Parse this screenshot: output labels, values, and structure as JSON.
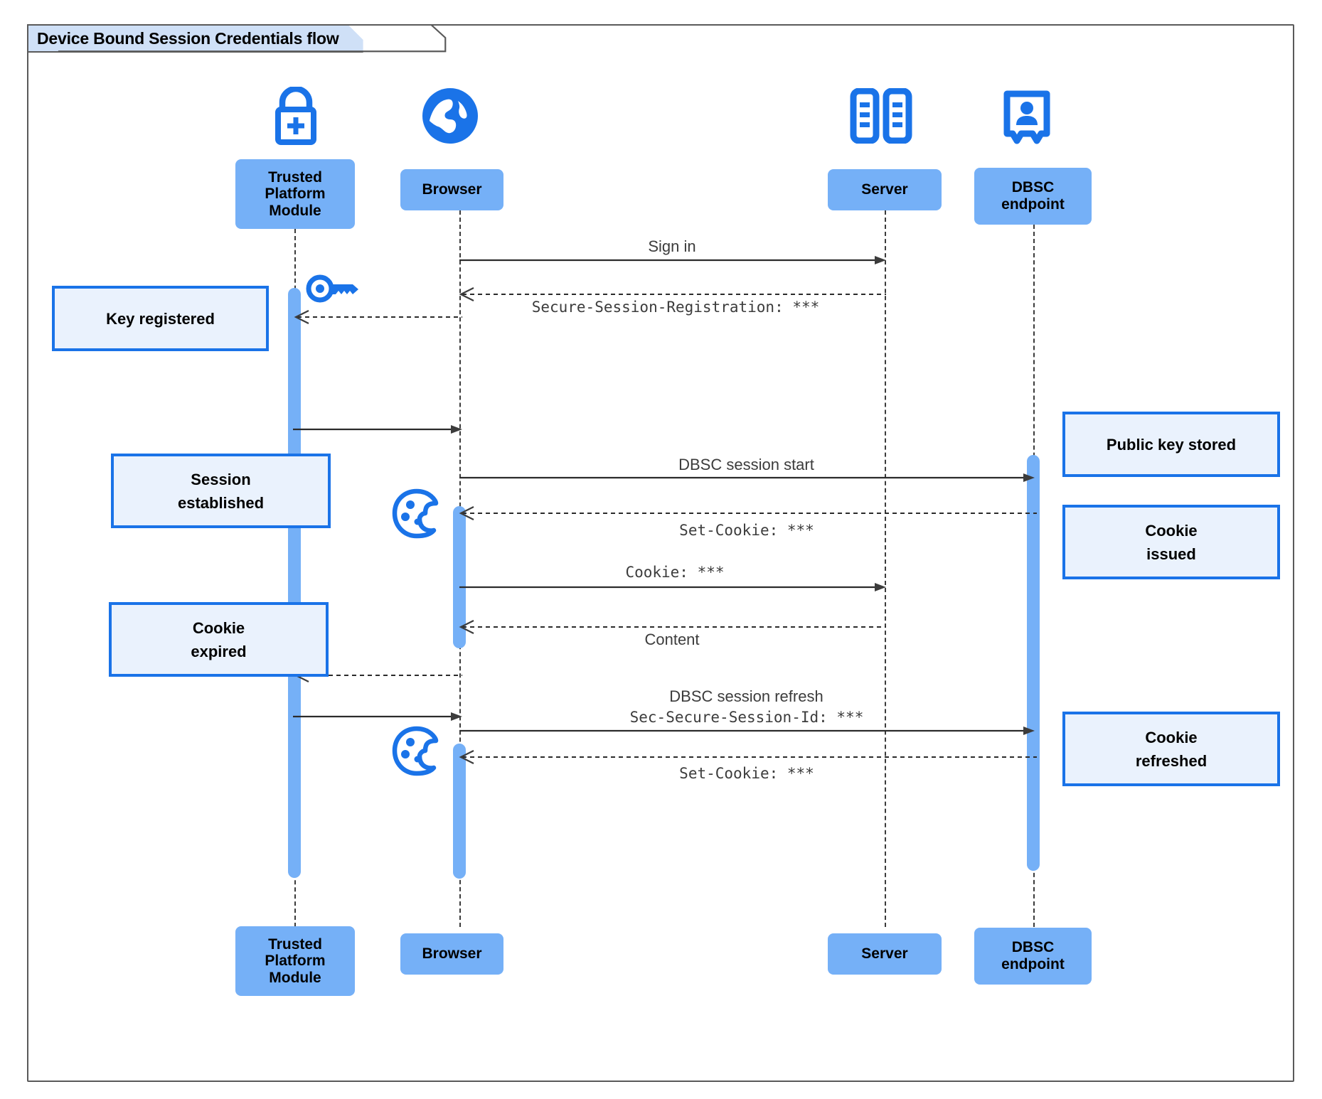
{
  "diagram": {
    "title": "Device Bound Session Credentials flow",
    "type": "uml-sequence-diagram",
    "colors": {
      "lifeline_box": "#75b0f7",
      "activation": "#75b0f7",
      "note_fill": "#eaf2fd",
      "note_border": "#1a73e8",
      "icon_blue": "#1a73e8",
      "frame_border": "#5a5a5a",
      "frame_tab_fill": "#cfe0f7",
      "line": "#2b2b2b"
    }
  },
  "participants": [
    {
      "id": "tpm",
      "label": "Trusted\nPlatform\nModule",
      "icon": "lock-plus-icon"
    },
    {
      "id": "browser",
      "label": "Browser",
      "icon": "globe-icon"
    },
    {
      "id": "server",
      "label": "Server",
      "icon": "server-racks-icon"
    },
    {
      "id": "dbsc",
      "label": "DBSC\nendpoint",
      "icon": "id-badge-icon"
    }
  ],
  "messages": [
    {
      "id": "m1",
      "from": "browser",
      "to": "server",
      "label": "Sign in",
      "style": "solid",
      "mono": false
    },
    {
      "id": "m2",
      "from": "server",
      "to": "browser",
      "label": "Secure-Session-Registration: ***",
      "style": "dashed",
      "mono": true
    },
    {
      "id": "m3",
      "from": "browser",
      "to": "tpm",
      "label": "",
      "style": "dashed",
      "mono": false
    },
    {
      "id": "m4",
      "from": "tpm",
      "to": "browser",
      "label": "",
      "style": "solid",
      "mono": false
    },
    {
      "id": "m5",
      "from": "browser",
      "to": "dbsc",
      "label": "DBSC session start",
      "style": "solid",
      "mono": false
    },
    {
      "id": "m6",
      "from": "dbsc",
      "to": "browser",
      "label": "Set-Cookie: ***",
      "style": "dashed",
      "mono": true
    },
    {
      "id": "m7",
      "from": "browser",
      "to": "server",
      "label": "Cookie: ***",
      "style": "solid",
      "mono": true
    },
    {
      "id": "m8",
      "from": "server",
      "to": "browser",
      "label": "Content",
      "style": "dashed",
      "mono": false
    },
    {
      "id": "m9",
      "from": "browser",
      "to": "tpm",
      "label": "",
      "style": "dashed",
      "mono": false
    },
    {
      "id": "m10",
      "from": "tpm",
      "to": "browser",
      "label": "",
      "style": "solid",
      "mono": false
    },
    {
      "id": "m11",
      "from": "browser",
      "to": "dbsc",
      "label_line1": "DBSC session refresh",
      "label_line2": "Sec-Secure-Session-Id: ***",
      "style": "solid",
      "mono": false
    },
    {
      "id": "m12",
      "from": "dbsc",
      "to": "browser",
      "label": "Set-Cookie: ***",
      "style": "dashed",
      "mono": true
    }
  ],
  "notes": [
    {
      "id": "n1",
      "side": "left",
      "text": "Key registered"
    },
    {
      "id": "n2",
      "side": "left",
      "text": "Session\nestablished"
    },
    {
      "id": "n3",
      "side": "left",
      "text": "Cookie\nexpired"
    },
    {
      "id": "n4",
      "side": "right",
      "text": "Public key stored"
    },
    {
      "id": "n5",
      "side": "right",
      "text": "Cookie\nissued"
    },
    {
      "id": "n6",
      "side": "right",
      "text": "Cookie\nrefreshed"
    }
  ],
  "inline_icons": [
    {
      "id": "key1",
      "name": "key-icon",
      "near": "tpm"
    },
    {
      "id": "cookie1",
      "name": "cookie-icon",
      "near": "browser"
    },
    {
      "id": "cookie2",
      "name": "cookie-icon",
      "near": "browser"
    }
  ],
  "labels": {
    "msg_sign_in": "Sign in",
    "msg_secure_session_registration": "Secure-Session-Registration: ***",
    "msg_dbsc_session_start": "DBSC session start",
    "msg_set_cookie_1": "Set-Cookie: ***",
    "msg_cookie": "Cookie: ***",
    "msg_content": "Content",
    "msg_dbsc_session_refresh": "DBSC session refresh",
    "msg_sec_secure_session_id": "Sec-Secure-Session-Id: ***",
    "msg_set_cookie_2": "Set-Cookie: ***",
    "note_key_registered": "Key registered",
    "note_session_established_l1": "Session",
    "note_session_established_l2": "established",
    "note_cookie_expired_l1": "Cookie",
    "note_cookie_expired_l2": "expired",
    "note_public_key_stored": "Public key stored",
    "note_cookie_issued_l1": "Cookie",
    "note_cookie_issued_l2": "issued",
    "note_cookie_refreshed_l1": "Cookie",
    "note_cookie_refreshed_l2": "refreshed",
    "p_tpm_l1": "Trusted",
    "p_tpm_l2": "Platform",
    "p_tpm_l3": "Module",
    "p_browser": "Browser",
    "p_server": "Server",
    "p_dbsc_l1": "DBSC",
    "p_dbsc_l2": "endpoint"
  }
}
